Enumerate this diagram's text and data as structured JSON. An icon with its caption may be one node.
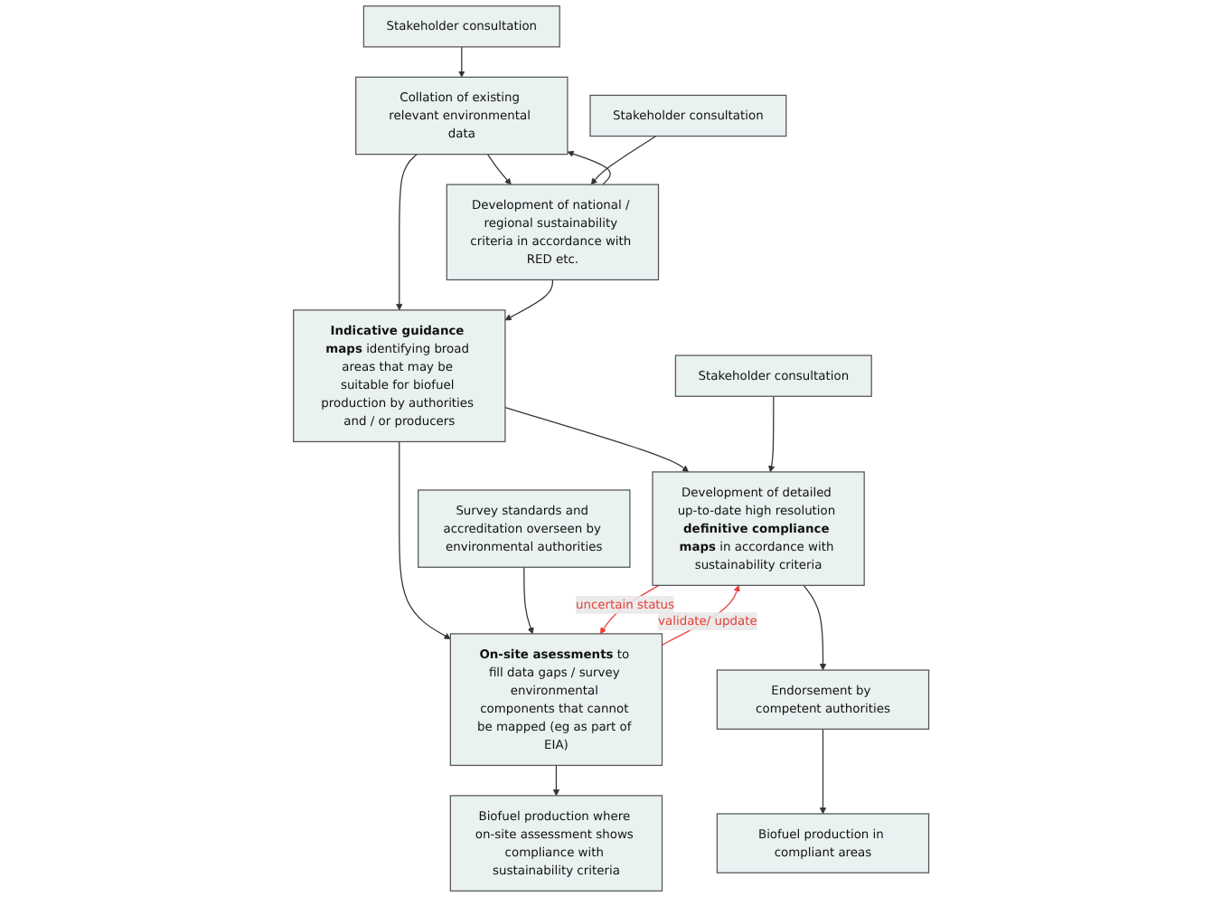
{
  "diagram": {
    "nodes": [
      {
        "text": [
          "Stakeholder consultation"
        ]
      },
      {
        "text": [
          "Collation of existing relevant environmental data"
        ]
      },
      {
        "text": [
          "Development of national / regional sustainability criteria in accordance with RED etc."
        ]
      },
      {
        "text": [
          "Stakeholder consultation"
        ]
      },
      {
        "text": [
          "**Indicative guidance maps** identifying broad areas that may be suitable for biofuel production by authorities and / or producers"
        ]
      },
      {
        "text": [
          "Survey standards and accreditation overseen by environmental authorities"
        ]
      },
      {
        "text": [
          "Stakeholder consultation"
        ]
      },
      {
        "text": [
          "Development of detailed up-to-date high resolution **definitive compliance maps** in accordance with sustainability criteria"
        ]
      },
      {
        "text": [
          "**On-site asessments** to fill data gaps / survey environmental components that cannot be mapped (eg as part of EIA)"
        ]
      },
      {
        "text": [
          "Endorsement by competent authorities"
        ]
      },
      {
        "text": [
          "Biofuel production in compliant areas"
        ]
      },
      {
        "text": [
          "Biofuel production where on-site assessment shows compliance with sustainability criteria"
        ]
      }
    ],
    "edges": [
      {
        "from": 0,
        "to": 1,
        "arrow": "to"
      },
      {
        "from": 2,
        "to": 1,
        "arrow": "to"
      },
      {
        "from": 1,
        "to": 2,
        "arrow": "to"
      },
      {
        "from": 3,
        "to": 2,
        "arrow": "to"
      },
      {
        "from": 1,
        "to": 4,
        "arrow": "to"
      },
      {
        "from": 2,
        "to": 4,
        "arrow": "to"
      },
      {
        "from": 4,
        "to": 7,
        "arrow": "to"
      },
      {
        "from": 4,
        "to": 8,
        "arrow": "to"
      },
      {
        "from": 6,
        "to": 7,
        "arrow": "to"
      },
      {
        "from": 5,
        "to": 8,
        "arrow": "to"
      },
      {
        "from": 7,
        "to": 8,
        "arrow": "to",
        "label": "uncertain status",
        "color": "#e8403a"
      },
      {
        "from": 8,
        "to": 7,
        "arrow": "to",
        "label": "validate/ update",
        "color": "#e8403a"
      },
      {
        "from": 7,
        "to": 9,
        "arrow": "to"
      },
      {
        "from": 9,
        "to": 10,
        "arrow": "to"
      },
      {
        "from": 8,
        "to": 11,
        "arrow": "to"
      }
    ]
  }
}
